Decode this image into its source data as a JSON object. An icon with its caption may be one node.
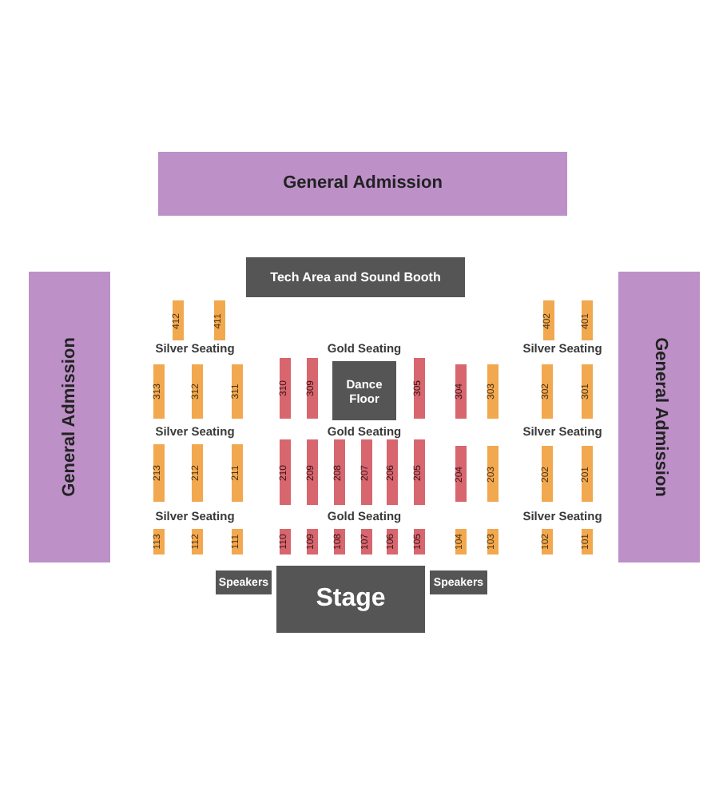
{
  "diagram": {
    "nodes": [
      {
        "text": [
          "General Admission"
        ]
      },
      {
        "text": [
          "Tech Area and Sound Booth"
        ]
      },
      {
        "text": [
          "General Admission"
        ]
      },
      {
        "text": [
          "General Admission"
        ]
      },
      {
        "text": [
          "412"
        ]
      },
      {
        "text": [
          "411"
        ]
      },
      {
        "text": [
          "402"
        ]
      },
      {
        "text": [
          "401"
        ]
      },
      {
        "text": [
          "313"
        ]
      },
      {
        "text": [
          "312"
        ]
      },
      {
        "text": [
          "311"
        ]
      },
      {
        "text": [
          "310"
        ]
      },
      {
        "text": [
          "309"
        ]
      },
      {
        "text": [
          "Dance Floor"
        ]
      },
      {
        "text": [
          "305"
        ]
      },
      {
        "text": [
          "304"
        ]
      },
      {
        "text": [
          "303"
        ]
      },
      {
        "text": [
          "302"
        ]
      },
      {
        "text": [
          "301"
        ]
      },
      {
        "text": [
          "213"
        ]
      },
      {
        "text": [
          "212"
        ]
      },
      {
        "text": [
          "211"
        ]
      },
      {
        "text": [
          "210"
        ]
      },
      {
        "text": [
          "209"
        ]
      },
      {
        "text": [
          "208"
        ]
      },
      {
        "text": [
          "207"
        ]
      },
      {
        "text": [
          "206"
        ]
      },
      {
        "text": [
          "205"
        ]
      },
      {
        "text": [
          "204"
        ]
      },
      {
        "text": [
          "203"
        ]
      },
      {
        "text": [
          "202"
        ]
      },
      {
        "text": [
          "201"
        ]
      },
      {
        "text": [
          "113"
        ]
      },
      {
        "text": [
          "112"
        ]
      },
      {
        "text": [
          "111"
        ]
      },
      {
        "text": [
          "110"
        ]
      },
      {
        "text": [
          "109"
        ]
      },
      {
        "text": [
          "108"
        ]
      },
      {
        "text": [
          "107"
        ]
      },
      {
        "text": [
          "106"
        ]
      },
      {
        "text": [
          "105"
        ]
      },
      {
        "text": [
          "104"
        ]
      },
      {
        "text": [
          "103"
        ]
      },
      {
        "text": [
          "102"
        ]
      },
      {
        "text": [
          "101"
        ]
      },
      {
        "text": [
          "Speakers"
        ]
      },
      {
        "text": [
          "Stage"
        ]
      },
      {
        "text": [
          "Speakers"
        ]
      }
    ],
    "labels": [
      "Silver Seating",
      "Gold Seating",
      "Silver Seating",
      "Silver Seating",
      "Gold Seating",
      "Silver Seating",
      "Silver Seating",
      "Gold Seating",
      "Silver Seating"
    ]
  }
}
